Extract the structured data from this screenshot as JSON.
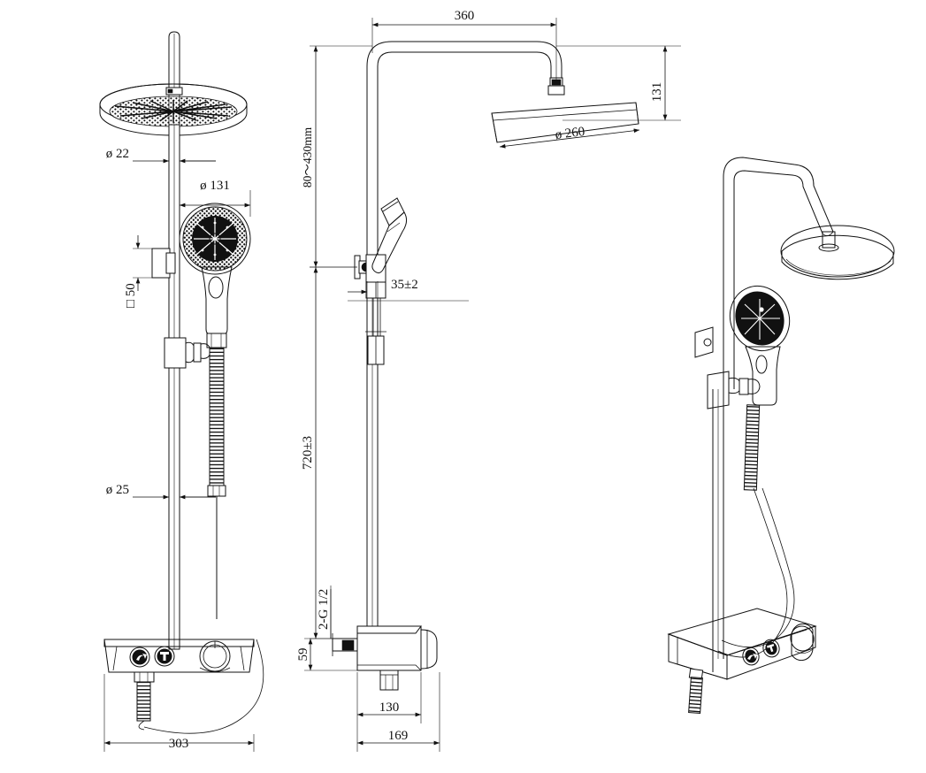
{
  "drawing": {
    "title": "Shower column technical drawing",
    "units": "mm",
    "views": [
      {
        "id": "front",
        "name": "front-elevation-view"
      },
      {
        "id": "side",
        "name": "side-elevation-view"
      },
      {
        "id": "iso",
        "name": "isometric-perspective-view"
      }
    ]
  },
  "dimensions": {
    "front": {
      "head_stem_dia": "ø 22",
      "hand_shower_dia": "ø 131",
      "bracket_square": "□ 50",
      "riser_dia": "ø 25",
      "overall_width": "303"
    },
    "side": {
      "arm_reach": "360",
      "head_drop": "131",
      "head_dia": "ø 260",
      "riser_adjust": "80～430mm",
      "rail_length": "720±3",
      "holder_offset": "35±2",
      "inlet_thread": "2-G 1/2",
      "inlet_height": "59",
      "valve_depth": "130",
      "overall_depth": "169"
    }
  },
  "components": {
    "rain_head": "rain-shower-head",
    "shower_arm": "shower-arm",
    "riser_rail": "riser-rail",
    "hand_shower": "hand-shower",
    "hand_shower_holder": "hand-shower-holder",
    "wall_bracket": "wall-bracket",
    "shower_hose": "shower-hose",
    "mixer_valve": "thermostatic-mixer-valve",
    "shelf": "mixer-shelf",
    "button_diverter": "diverter-button",
    "button_mode": "shower-mode-button",
    "temp_handle": "temperature-handle"
  },
  "colors": {
    "line": "#111111",
    "background": "#ffffff",
    "fill_light": "#e8e8e8"
  }
}
